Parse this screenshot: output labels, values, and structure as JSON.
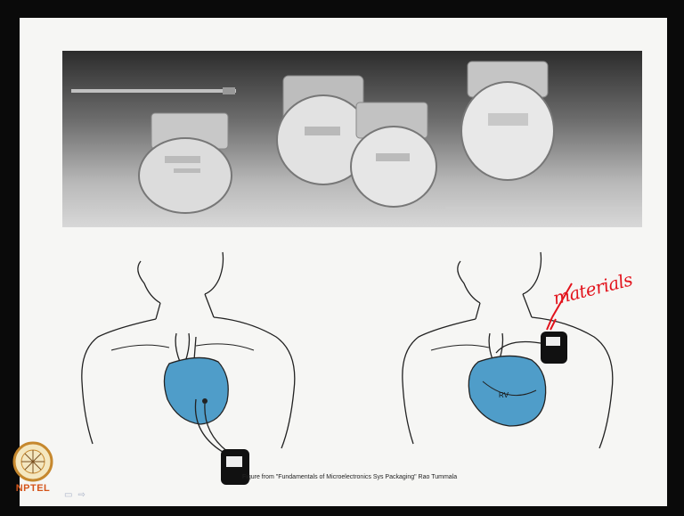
{
  "slide": {
    "caption": "Figure from \"Fundamentals of Microelectronics Sys Packaging\" Rao Tummala",
    "annotation": "materials",
    "heart_label": "RV"
  },
  "logo": {
    "text": "NPTEL"
  },
  "colors": {
    "heart_fill": "#4f9dc9",
    "annotation": "#e2121b",
    "logo": "#d4541a"
  }
}
